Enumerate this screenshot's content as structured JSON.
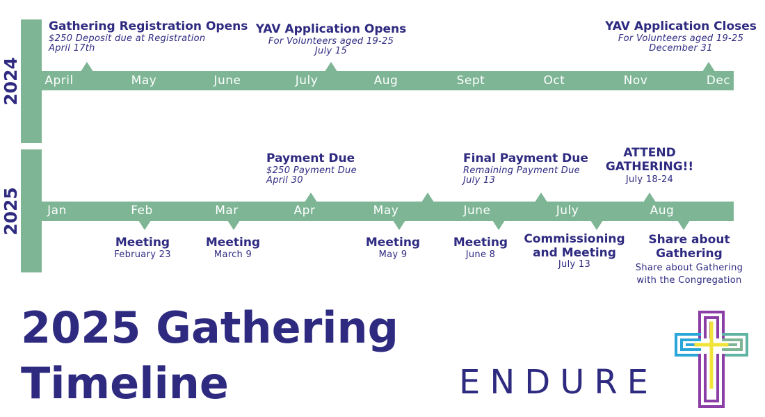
{
  "years": {
    "y2024": "2024",
    "y2025": "2025"
  },
  "months_2024": [
    "April",
    "May",
    "June",
    "July",
    "Aug",
    "Sept",
    "Oct",
    "Nov",
    "Dec"
  ],
  "months_2025": [
    "Jan",
    "Feb",
    "Mar",
    "Apr",
    "May",
    "June",
    "July",
    "Aug"
  ],
  "events_2024": [
    {
      "title": "Gathering Registration Opens",
      "sub": "$250 Deposit due at Registration",
      "date": "April 17th"
    },
    {
      "title": "YAV Application Opens",
      "sub": "For Volunteers aged 19-25",
      "date": "July 15"
    },
    {
      "title": "YAV Application Closes",
      "sub": "For Volunteers aged 19-25",
      "date": "December 31"
    }
  ],
  "events_2025_above": [
    {
      "title": "Payment Due",
      "sub": "$250 Payment Due",
      "date": "April 30"
    },
    {
      "title": "Final Payment Due",
      "sub": "Remaining Payment Due",
      "date": "July 13"
    },
    {
      "title1": "ATTEND",
      "title2": "GATHERING!!",
      "date": "July 18-24"
    }
  ],
  "events_2025_below": [
    {
      "title": "Meeting",
      "date": "February 23"
    },
    {
      "title": "Meeting",
      "date": "March 9"
    },
    {
      "title": "Meeting",
      "date": "May 9"
    },
    {
      "title": "Meeting",
      "date": "June 8"
    },
    {
      "title1": "Commissioning",
      "title2": "and Meeting",
      "date": "July 13"
    },
    {
      "title1": "Share about",
      "title2": "Gathering",
      "date1": "Share about Gathering",
      "date2": "with the Congregation"
    }
  ],
  "main_title": {
    "line1": "2025 Gathering",
    "line2": "Timeline"
  },
  "logo": {
    "text": "ENDURE"
  },
  "colors": {
    "track": "#7db595",
    "text": "#2e2a80",
    "logo_yellow": "#f2e33a",
    "logo_teal": "#5fb3a3",
    "logo_blue": "#2ba6d9",
    "logo_purple": "#8b3fa6",
    "logo_green": "#7db595"
  }
}
